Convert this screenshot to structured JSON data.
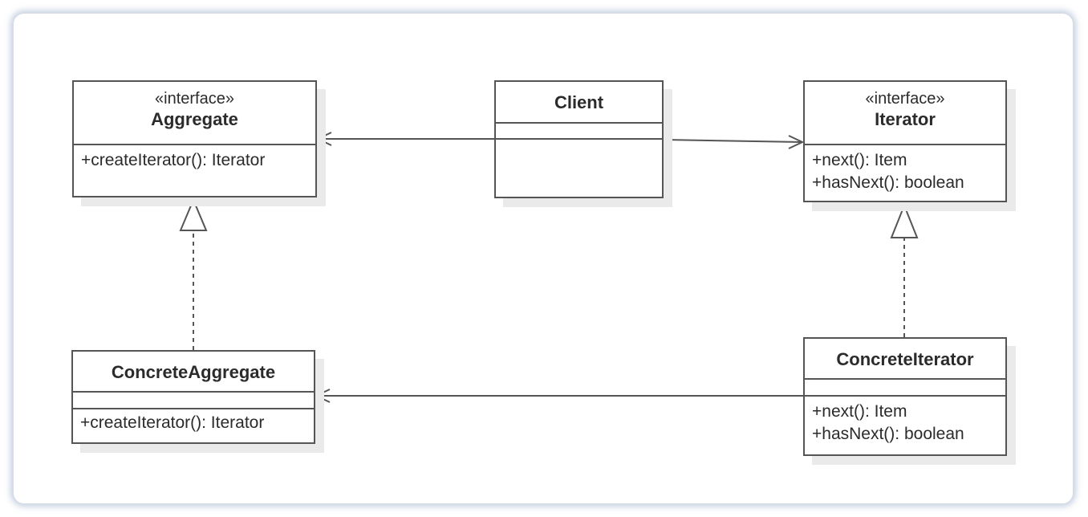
{
  "classes": {
    "aggregate": {
      "stereotype": "«interface»",
      "name": "Aggregate",
      "operations": [
        "+createIterator(): Iterator"
      ]
    },
    "client": {
      "name": "Client"
    },
    "iterator": {
      "stereotype": "«interface»",
      "name": "Iterator",
      "operations": [
        "+next(): Item",
        "+hasNext(): boolean"
      ]
    },
    "concrete_aggregate": {
      "name": "ConcreteAggregate",
      "operations": [
        "+createIterator(): Iterator"
      ]
    },
    "concrete_iterator": {
      "name": "ConcreteIterator",
      "operations": [
        "+next(): Item",
        "+hasNext(): boolean"
      ]
    }
  },
  "relationships": [
    {
      "type": "association",
      "from": "Client",
      "to": "Aggregate"
    },
    {
      "type": "association",
      "from": "Client",
      "to": "Iterator"
    },
    {
      "type": "realization",
      "from": "ConcreteAggregate",
      "to": "Aggregate"
    },
    {
      "type": "realization",
      "from": "ConcreteIterator",
      "to": "Iterator"
    },
    {
      "type": "association",
      "from": "ConcreteIterator",
      "to": "ConcreteAggregate"
    }
  ],
  "colors": {
    "line": "#555555",
    "text": "#2b2b2b",
    "shadow": "#eaeaea",
    "frame_glow": "#96aac8"
  }
}
